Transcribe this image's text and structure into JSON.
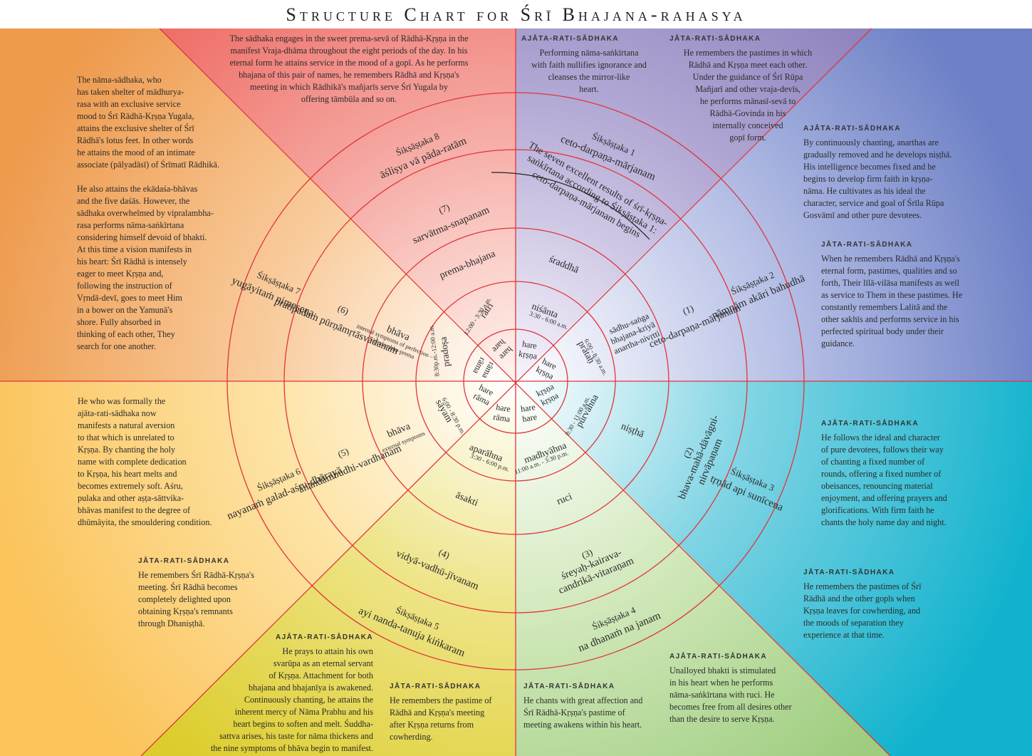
{
  "title": "Structure Chart for Śrī Bhajana-rahasya",
  "colors": {
    "orange": "#f0a054",
    "red": "#ee6d66",
    "purple": "#9b8fc4",
    "blue": "#7c8cc8",
    "cyan": "#18b5cf",
    "green": "#a6d184",
    "yellow": "#e7d33a",
    "gold": "#fbc358",
    "ring": "#e2343a"
  },
  "wheel": {
    "center_words": [
      "rāma rāma",
      "hare hare",
      "hare kṛṣṇa",
      "hare kṛṣṇa",
      "kṛṣṇa kṛṣṇa",
      "hare hare",
      "hare rāma",
      "hare rāma"
    ],
    "periods": [
      {
        "name": "niśānta",
        "time": "3:30 - 6:00 a.m."
      },
      {
        "name": "prātaḥ",
        "time": "6:00 - 8:30 a.m."
      },
      {
        "name": "pūrvāhna",
        "time": "8:30 - 11:00 a.m."
      },
      {
        "name": "madhyāhna",
        "time": "11:00 a.m. - 3:30 p.m."
      },
      {
        "name": "aparāhna",
        "time": "3:30 - 6:00 p.m."
      },
      {
        "name": "sāyam",
        "time": "6:00 - 8:30 p.m."
      },
      {
        "name": "pradoṣa",
        "time": "8:30p.m.-12:00 a.m."
      },
      {
        "name": "rātri",
        "time": "12:00 - 3:30 a.m."
      }
    ],
    "stages": [
      {
        "name": "śraddhā"
      },
      {
        "name": "sādhu-saṅga\nbhajana-kriyā\nanartha-nivṛtti"
      },
      {
        "name": "niṣṭhā"
      },
      {
        "name": "ruci"
      },
      {
        "name": "āsakti"
      },
      {
        "name": "bhāva",
        "sub": "external symptoms"
      },
      {
        "name": "bhāva",
        "sub": "internal symptoms of perfection –\nvipralambha-prema"
      },
      {
        "name": "prema-bhajana"
      }
    ],
    "results": [
      {
        "num": "(1)",
        "text": "ceto-darpaṇa-mārjanam"
      },
      {
        "num": "(2)",
        "text": "bhava-mahā-dāvāgni-\nnirvāpaṇam"
      },
      {
        "num": "(3)",
        "text": "śreyaḥ-kairava-\ncandrikā-vitaraṇam"
      },
      {
        "num": "(4)",
        "text": "vidyā-vadhū-jīvanam"
      },
      {
        "num": "(5)",
        "text": "ānandāmbudhi-vardhanam"
      },
      {
        "num": "(6)",
        "text": "pratipadaṁ pūrṇāmṛtāsvādanam"
      },
      {
        "num": "(7)",
        "text": "sarvātma-snapanam"
      }
    ],
    "results_banner": "The seven excellent results of śrī-kṛṣṇa-\nsaṅkīrtana according to Śikṣāṣṭaka 1:\nceto-darpaṇa-mārjanam begins",
    "siksastaka": [
      {
        "label": "Śikṣāṣṭaka 1",
        "text": "ceto-darpaṇa-mārjanam"
      },
      {
        "label": "Śikṣāṣṭaka 2",
        "text": "nāmnām akāri bahudhā"
      },
      {
        "label": "Śikṣāṣṭaka 3",
        "text": "tṛṇād api sunīcena"
      },
      {
        "label": "Śikṣāṣṭaka 4",
        "text": "na dhanaṁ na janam"
      },
      {
        "label": "Śikṣāṣṭaka 5",
        "text": "ayi nanda-tanuja kiṅkaram"
      },
      {
        "label": "Śikṣāṣṭaka 6",
        "text": "nayanaṁ galad-aśru-dhārayā"
      },
      {
        "label": "Śikṣāṣṭaka 7",
        "text": "yugāyitaṁ nimeṣeṇa"
      },
      {
        "label": "Śikṣāṣṭaka 8",
        "text": "āśliṣya vā pāda-ratām"
      }
    ]
  },
  "blocks": [
    {
      "id": "top-center",
      "head": "",
      "text": "The sādhaka engages in the sweet prema-sevā of Rādhā-Kṛṣṇa in the\nmanifest Vraja-dhāma throughout the eight periods of the day. In his\neternal form he attains service in the mood of a gopī. As he performs\nbhajana of this pair of names, he remembers Rādhā and Kṛṣṇa's\nmeeting in which Rādhikā's mañjarīs serve Śrī Yugala by\noffering tāmbūla and so on."
    },
    {
      "id": "top-left",
      "head": "",
      "text": "The nāma-sādhaka, who\nhas taken shelter of mādhurya-\nrasa with an exclusive service\nmood to Śrī Rādhā-Kṛṣṇa Yugala,\nattains the exclusive shelter of Śrī\nRādhā's lotus feet. In other words\nhe attains the mood of an intimate\nassociate (pālyadāsī) of Śrīmatī Rādhikā.\n\nHe also attains the ekādaśa-bhāvas\nand the five daśās. However, the\nsādhaka overwhelmed by vipralambha-\nrasa performs nāma-saṅkīrtana\nconsidering himself devoid of bhakti.\nAt this time a vision manifests in\nhis heart: Śrī Rādhā is intensely\neager to meet Kṛṣṇa and,\nfollowing the instruction of\nVṛndā-devī, goes to meet Him\nin a bower on the Yamunā's\nshore. Fully absorbed in\nthinking of each other, They\nsearch for one another."
    },
    {
      "id": "top-mid-right",
      "head": "AJĀTA-RATI-SĀDHAKA",
      "text": "Performing nāma-saṅkīrtana\nwith faith nullifies ignorance and\ncleanses the mirror-like\nheart."
    },
    {
      "id": "top-right",
      "head": "JĀTA-RATI-SĀDHAKA",
      "text": "He remembers the pastimes in which\nRādhā and Kṛṣṇa meet each other.\nUnder the guidance of Śrī Rūpa\nMañjarī and other vraja-devīs,\nhe performs mānasī-sevā to\nRādhā-Govinda in his\ninternally conceived\ngopī form."
    },
    {
      "id": "right-1",
      "head": "AJĀTA-RATI-SĀDHAKA",
      "text": "By continuously chanting, anarthas are\ngradually removed and he develops niṣṭhā.\nHis intelligence becomes fixed and he\nbegins to develop firm faith in kṛṣṇa-\nnāma. He cultivates as his ideal the\ncharacter, service and goal of Śrīla Rūpa\nGosvāmī and other pure devotees."
    },
    {
      "id": "right-2",
      "head": "JĀTA-RATI-SĀDHAKA",
      "text": "When he remembers Rādhā and Kṛṣṇa's\neternal form, pastimes, qualities and so\nforth, Their līlā-vilāsa manifests as well\nas service to Them in these pastimes. He\nconstantly remembers Lalitā and the\nother sakhīs and performs service in his\nperfected spiritual body under their\nguidance."
    },
    {
      "id": "right-3",
      "head": "AJĀTA-RATI-SĀDHAKA",
      "text": "He follows the ideal and character\nof pure devotees, follows their way\nof chanting a fixed number of\nrounds, offering a fixed number of\nobeisances, renouncing material\nenjoyment, and offering prayers and\nglorifications. With firm faith he\nchants the holy name day and night."
    },
    {
      "id": "right-4",
      "head": "JĀTA-RATI-SĀDHAKA",
      "text": "He remembers the pastimes of Śrī\nRādhā and the other gopīs when\nKṛṣṇa leaves for cowherding, and\nthe moods of separation they\nexperience at that time."
    },
    {
      "id": "bottom-right",
      "head": "AJĀTA-RATI-SĀDHAKA",
      "text": "Unalloyed bhakti is stimulated\nin his heart when he performs\nnāma-saṅkīrtana with ruci. He\nbecomes free from all desires other\nthan the desire to serve Kṛṣṇa."
    },
    {
      "id": "bottom-mid-right",
      "head": "JĀTA-RATI-SĀDHAKA",
      "text": "He chants with great affection and\nŚrī Rādhā-Kṛṣṇa's pastime of\nmeeting awakens within his heart."
    },
    {
      "id": "bottom-mid-left",
      "head": "JĀTA-RATI-SĀDHAKA",
      "text": "He remembers the pastime of\nRādhā and Kṛṣṇa's meeting\nafter Kṛṣṇa returns from\ncowherding."
    },
    {
      "id": "bottom-left",
      "head": "AJĀTA-RATI-SĀDHAKA",
      "text": "He prays to attain his own\nsvarūpa as an eternal servant\nof Kṛṣṇa. Attachment for both\nbhajana and bhajanīya is awakened.\nContinuously chanting, he attains the\ninherent mercy of Nāma Prabhu and his\nheart begins to soften and melt. Śuddha-\nsattva arises, his taste for nāma thickens and\nthe nine symptoms of bhāva begin to manifest."
    },
    {
      "id": "left-2",
      "head": "JĀTA-RATI-SĀDHAKA",
      "text": "He remembers Śrī Rādhā-Kṛṣṇa's\nmeeting. Śrī Rādhā becomes\ncompletely delighted upon\nobtaining Kṛṣṇa's remnants\nthrough Dhaniṣṭhā."
    },
    {
      "id": "left-1",
      "head": "",
      "text": "He who was formally the\najāta-rati-sādhaka now\nmanifests a natural aversion\nto that which is unrelated to\nKṛṣṇa. By chanting the holy\nname with complete dedication\nto Kṛṣṇa, his heart melts and\nbecomes extremely soft. Aśru,\npulaka and other aṣṭa-sāttvika-\nbhāvas manifest to the degree of\ndhūmāyita, the smouldering condition."
    }
  ]
}
